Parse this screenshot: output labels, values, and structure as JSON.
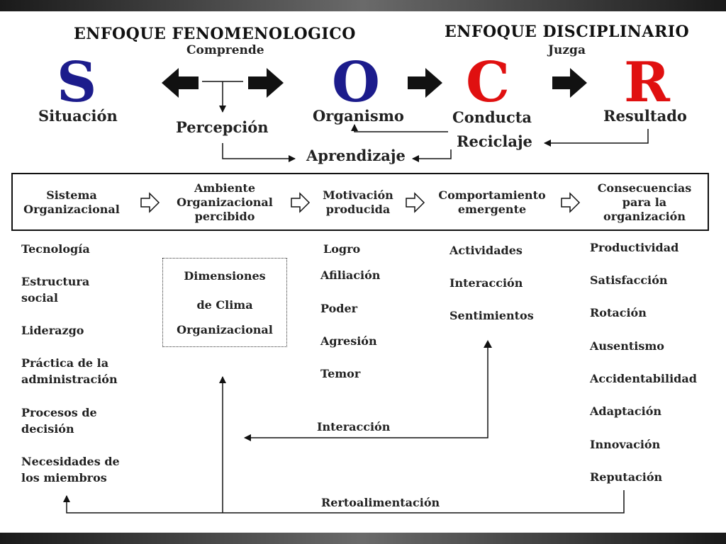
{
  "headers": {
    "left": "ENFOQUE FENOMENOLOGICO",
    "right": "ENFOQUE DISCIPLINARIO"
  },
  "verbs": {
    "comprende": "Comprende",
    "juzga": "Juzga"
  },
  "socr": {
    "s": {
      "letter": "S",
      "label": "Situación"
    },
    "o": {
      "letter": "O",
      "label": "Organismo"
    },
    "c": {
      "letter": "C",
      "label": "Conducta"
    },
    "r": {
      "letter": "R",
      "label": "Resultado"
    }
  },
  "process": {
    "percepcion": "Percepción",
    "reciclaje": "Reciclaje",
    "aprendizaje": "Aprendizaje"
  },
  "stages": [
    "Sistema\nOrganizacional",
    "Ambiente\nOrganizacional\npercibido",
    "Motivación\nproducida",
    "Comportamiento\nemergente",
    "Consecuencias\npara la\norganización"
  ],
  "columns": {
    "sistema": [
      "Tecnología",
      "Estructura\n social",
      "Liderazgo",
      "Práctica de la\n administración",
      "Procesos de\n decisión",
      "Necesidades de\n los miembros"
    ],
    "dimensiones": [
      "Dimensiones",
      "de Clima",
      "Organizacional"
    ],
    "motivacion": [
      "Logro",
      "Afiliación",
      "Poder",
      "Agresión",
      "Temor"
    ],
    "comportamiento": [
      "Actividades",
      "Interacción",
      "Sentimientos"
    ],
    "consecuencias": [
      "Productividad",
      "Satisfacción",
      "Rotación",
      "Ausentismo",
      "Accidentabilidad",
      "Adaptación",
      "Innovación",
      "Reputación"
    ]
  },
  "feedback": {
    "interaccion": "Interacción",
    "retro": "Rertoalimentación"
  },
  "colors": {
    "blue": "#1c1c8c",
    "red": "#e01010",
    "ink": "#111111"
  }
}
